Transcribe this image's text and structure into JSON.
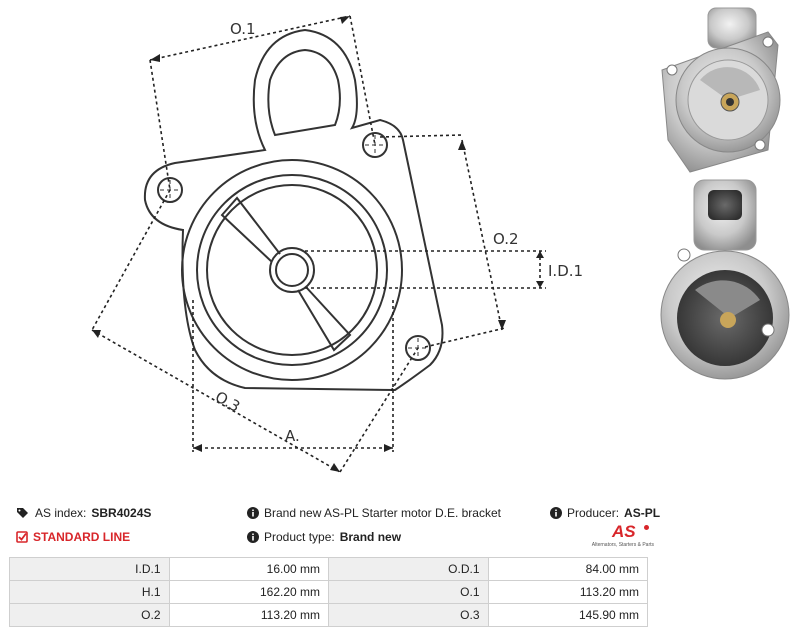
{
  "drawing": {
    "labels": {
      "od1": "O.1",
      "od2": "O.2",
      "od3": "O.3",
      "id1": "I.D.1",
      "a": "A."
    }
  },
  "info": {
    "as_index_label": "AS index:",
    "as_index_value": "SBR4024S",
    "line": "STANDARD LINE",
    "description": "Brand new AS-PL Starter motor D.E. bracket",
    "product_type_label": "Product type:",
    "product_type_value": "Brand new",
    "producer_label": "Producer:",
    "producer_value": "AS-PL",
    "logo_text": "AS",
    "logo_tagline": "Alternators, Starters & Parts"
  },
  "specs": [
    [
      "I.D.1",
      "16.00 mm",
      "O.D.1",
      "84.00 mm"
    ],
    [
      "H.1",
      "162.20 mm",
      "O.1",
      "113.20 mm"
    ],
    [
      "O.2",
      "113.20 mm",
      "O.3",
      "145.90 mm"
    ]
  ],
  "colors": {
    "accent": "#d8262a",
    "table_label_bg": "#efefef",
    "table_border": "#cfcfcf"
  }
}
